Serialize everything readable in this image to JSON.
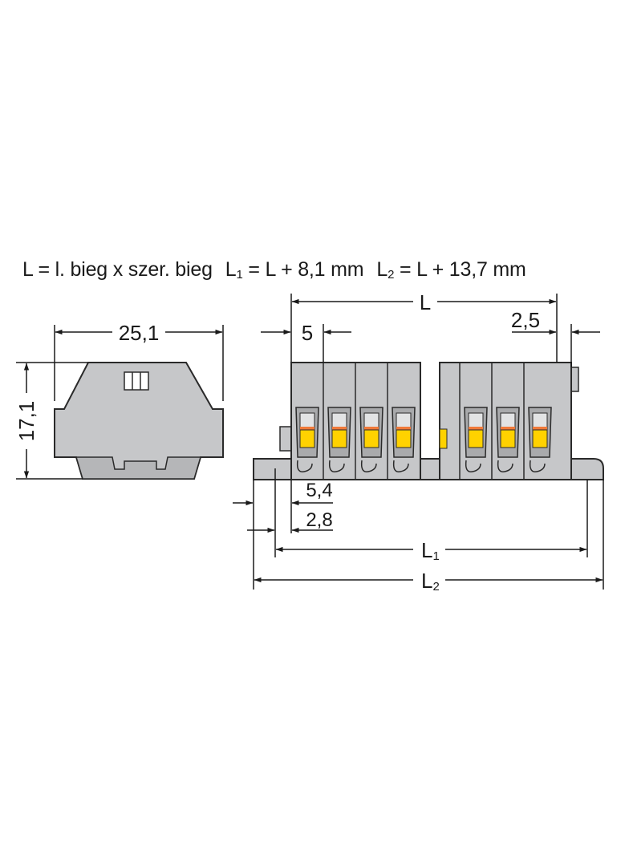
{
  "formula": {
    "part1": "L = l. bieg x szer. bieg",
    "l1_base": "L",
    "l1_sub": "1",
    "l1_rest": " = L + 8,1 mm",
    "l2_base": "L",
    "l2_sub": "2",
    "l2_rest": " = L + 13,7 mm"
  },
  "dimensions": {
    "width": "25,1",
    "height": "17,1",
    "length": "L",
    "pitch": "5",
    "end_offset": "2,5",
    "dim_5_4": "5,4",
    "dim_2_8": "2,8",
    "l1_base": "L",
    "l1_sub": "1",
    "l2_base": "L",
    "l2_sub": "2"
  },
  "colors": {
    "housing": "#c6c7c9",
    "housing_dark": "#a9aaac",
    "outline": "#2a2a2a",
    "clamp_yellow": "#ffd200",
    "clamp_orange": "#f07a3a",
    "line": "#1a1a1a"
  }
}
